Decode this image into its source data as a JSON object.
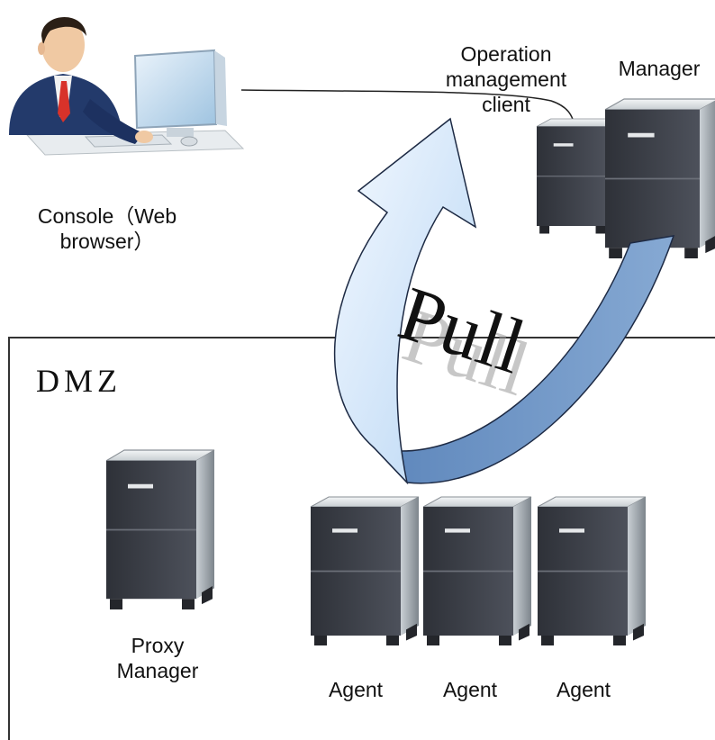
{
  "labels": {
    "console_line1": "Console（Web",
    "console_line2": "browser）",
    "opclient_line1": "Operation",
    "opclient_line2": "management",
    "opclient_line3": "client",
    "manager": "Manager",
    "dmz": "DMZ",
    "pull": "Pull",
    "proxy_line1": "Proxy",
    "proxy_line2": "Manager",
    "agent_1": "Agent",
    "agent_2": "Agent",
    "agent_3": "Agent"
  },
  "colors": {
    "arrow_front": "#dcedfc",
    "arrow_back": "#6b93c4",
    "server_front": "#3e414a",
    "server_side": "#9ea5ab",
    "suit": "#233a6b",
    "tie": "#d8322a"
  }
}
